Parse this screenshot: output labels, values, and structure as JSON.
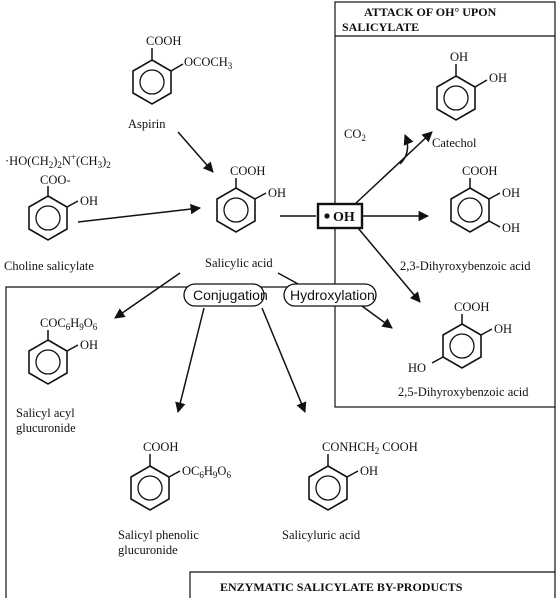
{
  "boxes": {
    "attack_title_line1": "ATTACK OF OH° UPON",
    "attack_title_line2": "SALICYLATE",
    "enzymatic_title": "ENZYMATIC SALICYLATE BY-PRODUCTS"
  },
  "pathways": {
    "conjugation": "Conjugation",
    "hydroxylation": "Hydroxylation",
    "radical": "OH",
    "co2": "CO",
    "co2_sub": "2"
  },
  "compounds": {
    "aspirin": {
      "name": "Aspirin",
      "cooh": "COOH",
      "sub": "OCOCH",
      "sub_n": "3"
    },
    "choline": {
      "name": "Choline salicylate",
      "cation_a": "·HO(CH",
      "cation_a2": "2",
      "cation_b": ")",
      "cation_b2": "2",
      "cation_c": "N",
      "cation_plus": "+",
      "cation_d": "(CH",
      "cation_d3": "3",
      "cation_e": ")",
      "cation_e2": "2",
      "coo": "COO-",
      "oh": "OH"
    },
    "salicylic": {
      "name": "Salicylic acid",
      "cooh": "COOH",
      "oh": "OH"
    },
    "catechol": {
      "name": "Catechol",
      "oh1": "OH",
      "oh2": "OH"
    },
    "dhb23": {
      "name": "2,3-Dihyroxybenzoic acid",
      "cooh": "COOH",
      "oh1": "OH",
      "oh2": "OH"
    },
    "dhb25": {
      "name": "2,5-Dihyroxybenzoic acid",
      "cooh": "COOH",
      "oh": "OH",
      "ho": "HO"
    },
    "acyl": {
      "name1": "Salicyl acyl",
      "name2": "glucuronide",
      "sub_a": "COC",
      "sub_a6": "6",
      "sub_b": "H",
      "sub_b9": "9",
      "sub_c": "O",
      "sub_c6": "6",
      "oh": "OH"
    },
    "phenolic": {
      "name1": "Salicyl phenolic",
      "name2": "glucuronide",
      "cooh": "COOH",
      "sub_a": "OC",
      "sub_a6": "6",
      "sub_b": "H",
      "sub_b9": "9",
      "sub_c": "O",
      "sub_c6": "6"
    },
    "salicyluric": {
      "name": "Salicyluric acid",
      "sub": "CONHCH",
      "sub_2": "2",
      "sub_b": "COOH",
      "oh": "OH"
    }
  }
}
